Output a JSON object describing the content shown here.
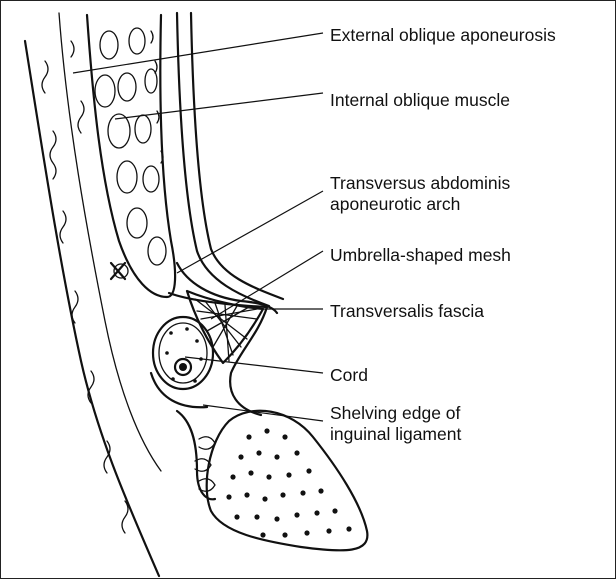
{
  "labels": {
    "external_oblique": "External oblique aponeurosis",
    "internal_oblique": "Internal oblique muscle",
    "transversus_line1": "Transversus abdominis",
    "transversus_line2": "aponeurotic arch",
    "mesh": "Umbrella-shaped mesh",
    "fascia": "Transversalis fascia",
    "cord": "Cord",
    "shelving_line1": "Shelving edge of",
    "shelving_line2": "inguinal ligament"
  }
}
